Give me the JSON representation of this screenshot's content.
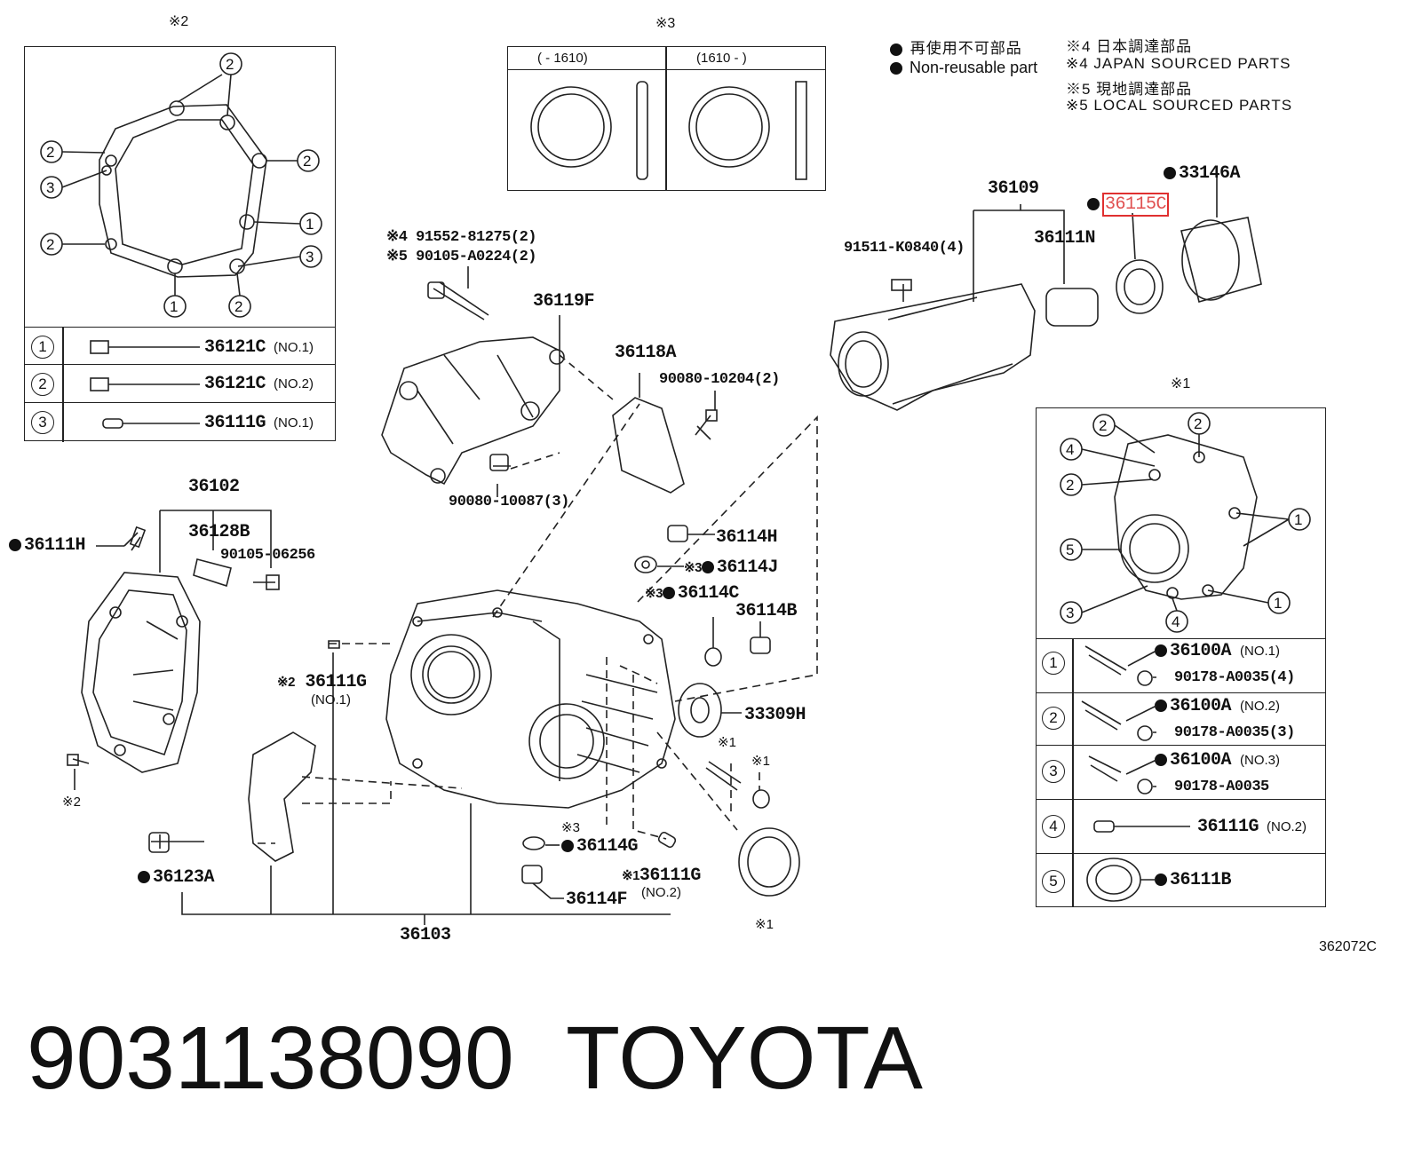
{
  "legend": {
    "non_reusable_jp": "再使用不可部品",
    "non_reusable_en": "Non-reusable part",
    "note4_jp": "※4 日本調達部品",
    "note4_en": "※4 JAPAN SOURCED PARTS",
    "note5_jp": "※5 現地調達部品",
    "note5_en": "※5 LOCAL SOURCED PARTS"
  },
  "header_notes": {
    "n2": "※2",
    "n3": "※3",
    "n1": "※1"
  },
  "table3": {
    "left": "(      - 1610)",
    "right": "(1610 -       )"
  },
  "left_table": [
    {
      "num": "1",
      "part": "36121C",
      "note": "(NO.1)"
    },
    {
      "num": "2",
      "part": "36121C",
      "note": "(NO.2)"
    },
    {
      "num": "3",
      "part": "36111G",
      "note": "(NO.1)"
    }
  ],
  "right_table": [
    {
      "num": "1",
      "part": "36100A",
      "note": "(NO.1)",
      "sub": "90178-A0035(4)"
    },
    {
      "num": "2",
      "part": "36100A",
      "note": "(NO.2)",
      "sub": "90178-A0035(3)"
    },
    {
      "num": "3",
      "part": "36100A",
      "note": "(NO.3)",
      "sub": "90178-A0035"
    },
    {
      "num": "4",
      "part": "36111G",
      "note": "(NO.2)",
      "sub": ""
    },
    {
      "num": "5",
      "part": "36111B",
      "note": "",
      "sub": ""
    }
  ],
  "labels": {
    "p33146a": "33146A",
    "p36109": "36109",
    "p36115": "36115C",
    "p36111n": "36111N",
    "p91511": "91511-K0840(4)",
    "p91552": "※4 91552-81275(2)",
    "p90105a": "※5 90105-A0224(2)",
    "p36119f": "36119F",
    "p36118a": "36118A",
    "p90080_10204": "90080-10204(2)",
    "p90080_10087": "90080-10087(3)",
    "p36102": "36102",
    "p36128b": "36128B",
    "p90105_06256": "90105-06256",
    "p36111h": "36111H",
    "p36114h": "36114H",
    "p36114j": "36114J",
    "p36114c": "36114C",
    "p36114b": "36114B",
    "p33309h": "33309H",
    "p36111g_no1": "36111G",
    "p36111g_no1_sub": "(NO.1)",
    "p36111g_no1_pre": "※2",
    "p36114g": "36114G",
    "p36114f": "36114F",
    "p36111g_no2": "36111G",
    "p36111g_no2_sub": "(NO.2)",
    "p36111g_no2_pre": "※1",
    "p36123a": "36123A",
    "p36103": "36103",
    "x3a": "※3",
    "x3b": "※3",
    "x3c": "※3",
    "x2bolt": "※2",
    "x1a": "※1",
    "x1b": "※1",
    "x1c": "※1"
  },
  "diagram_code": "362072C",
  "caption": {
    "part_number": "9031138090",
    "brand": "TOYOTA"
  },
  "colors": {
    "highlight": "#e03030",
    "ink": "#111111"
  }
}
